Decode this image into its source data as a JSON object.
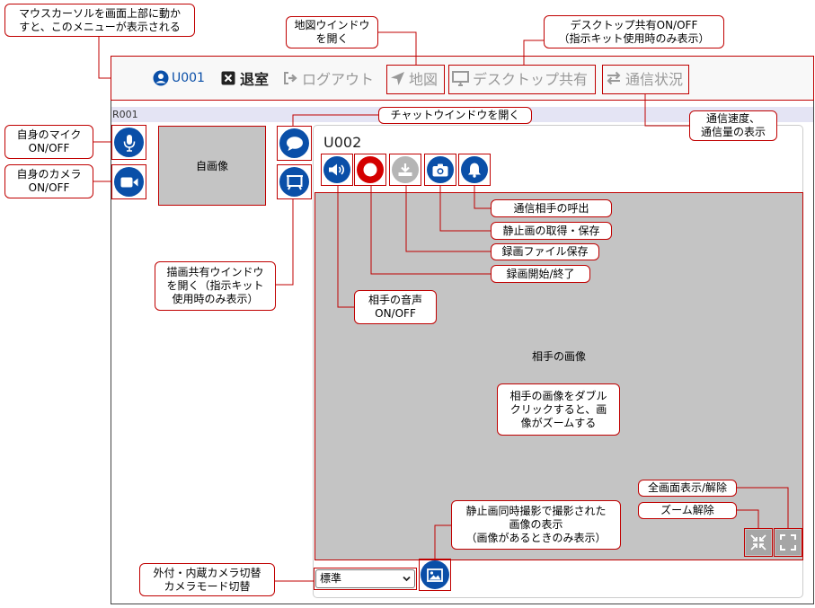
{
  "top_menu": {
    "user_id": "U001",
    "exit_label": "退室",
    "logout_label": "ログアウト",
    "map_label": "地図",
    "desktop_share_label": "デスクトップ共有",
    "network_status_label": "通信状況"
  },
  "room_id": "R001",
  "self_video_label": "自画像",
  "remote": {
    "user_id": "U002",
    "video_label": "相手の画像"
  },
  "camera_mode": {
    "selected": "標準"
  },
  "annotations": {
    "menu_hover": "マウスカーソルを画面上部に動か\nすと、このメニューが表示される",
    "open_map": "地図ウインドウ\nを開く",
    "desktop_share": "デスクトップ共有ON/OFF\n（指示キット使用時のみ表示）",
    "open_chat": "チャットウインドウを開く",
    "network_stats": "通信速度、\n通信量の表示",
    "mic": "自身のマイク\nON/OFF",
    "camera": "自身のカメラ\nON/OFF",
    "call_partner": "通信相手の呼出",
    "snapshot": "静止画の取得・保存",
    "save_recording": "録画ファイル保存",
    "record": "録画開始/終了",
    "draw_share": "描画共有ウインドウ\nを開く（指示キット\n使用時のみ表示）",
    "remote_audio": "相手の音声\nON/OFF",
    "zoom_hint": "相手の画像をダブル\nクリックすると、画\n像がズームする",
    "fullscreen": "全画面表示/解除",
    "zoom_reset": "ズーム解除",
    "snapshot_display": "静止画同時撮影で撮影された\n画像の表示\n（画像があるときのみ表示）",
    "camera_switch": "外付・内蔵カメラ切替\nカメラモード切替"
  },
  "colors": {
    "primary_blue": "#0a4fa8",
    "record_red": "#d40000",
    "annotation_red": "#c00000",
    "room_bar": "#e4e4f4",
    "video_grey": "#c4c4c4"
  }
}
